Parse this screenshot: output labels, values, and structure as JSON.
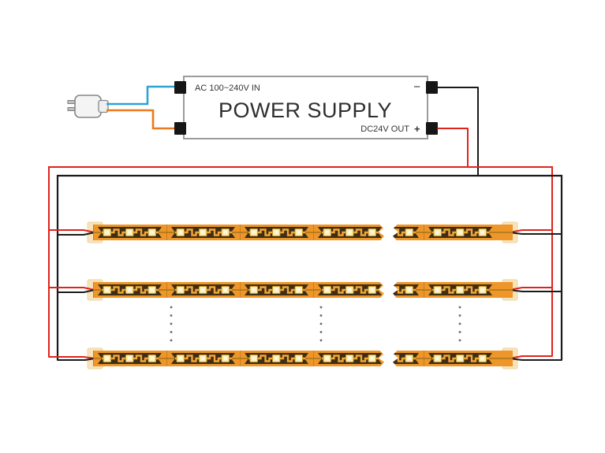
{
  "power_supply": {
    "title": "POWER SUPPLY",
    "input_label": "AC 100~240V IN",
    "output_label": "DC24V OUT",
    "output_plus_symbol": "+",
    "output_minus_symbol": "−"
  },
  "led_array": {
    "rows_of_strips": 3,
    "strips_per_row": 2,
    "leds_per_segment": 3,
    "continuation_dot_columns": 3
  },
  "colors": {
    "wire_red": "#e0231a",
    "wire_black": "#1a1a1a",
    "wire_blue": "#2fa3d6",
    "wire_orange": "#ec7a1c",
    "strip_orange": "#ee9629",
    "strip_dark": "#3d2e15",
    "led_yellow": "#f8ecae",
    "pad_cream": "#f7e3bc",
    "box_border": "#9b9b9b"
  }
}
